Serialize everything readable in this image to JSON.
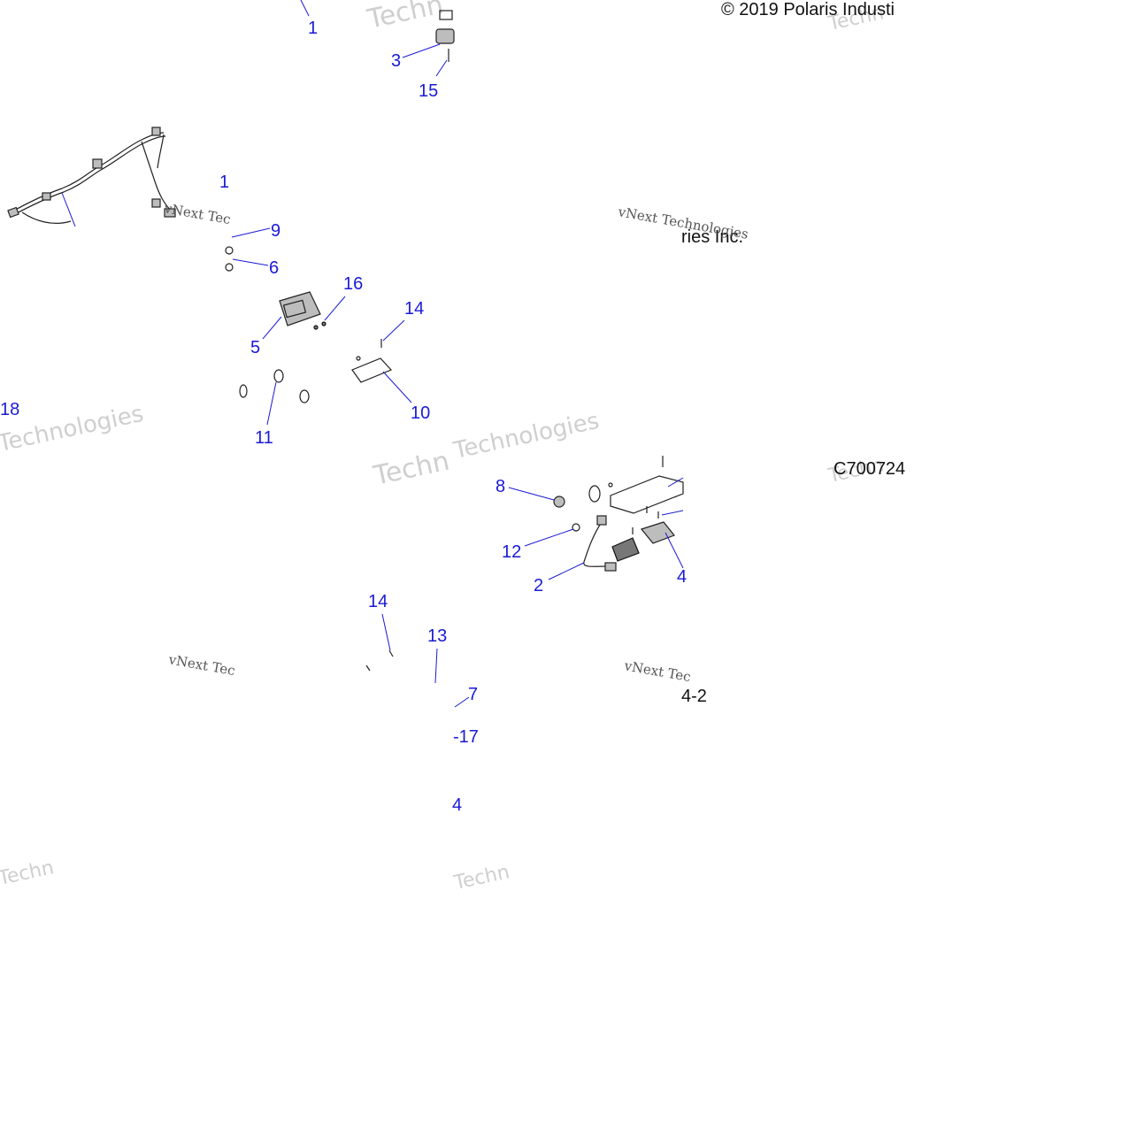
{
  "copyright": "© 2019 Polaris Industi",
  "copyright_fragment": "ries Inc.",
  "diagram_code": "C700724",
  "fragment_label": "4-2",
  "watermark": {
    "brand": "Technologies",
    "brand_short": "Techn",
    "company": "vNext Technologies",
    "company_short": "vNext Tec"
  },
  "callouts": {
    "c1": "1",
    "c3": "3",
    "c15": "15",
    "c1b": "1",
    "c9": "9",
    "c6": "6",
    "c16": "16",
    "c14a": "14",
    "c5": "5",
    "c10": "10",
    "c11": "11",
    "c18": "18",
    "c8": "8",
    "c12": "12",
    "c2": "2",
    "c4": "4",
    "c14b": "14",
    "c13": "13",
    "c7": "7",
    "c17": "-17",
    "c4b": "4"
  }
}
